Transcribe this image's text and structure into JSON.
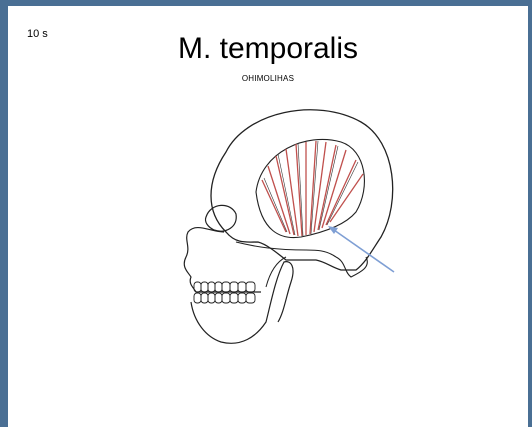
{
  "slide": {
    "timer": "10 s",
    "title": "M. temporalis",
    "subtitle": "OHIMOLIHAS"
  },
  "illustration": {
    "subject": "skull-lateral-view",
    "muscle_fiber_color": "#c0504d",
    "arrow_color": "#7f9fd4",
    "border_color": "#4a6f94"
  }
}
